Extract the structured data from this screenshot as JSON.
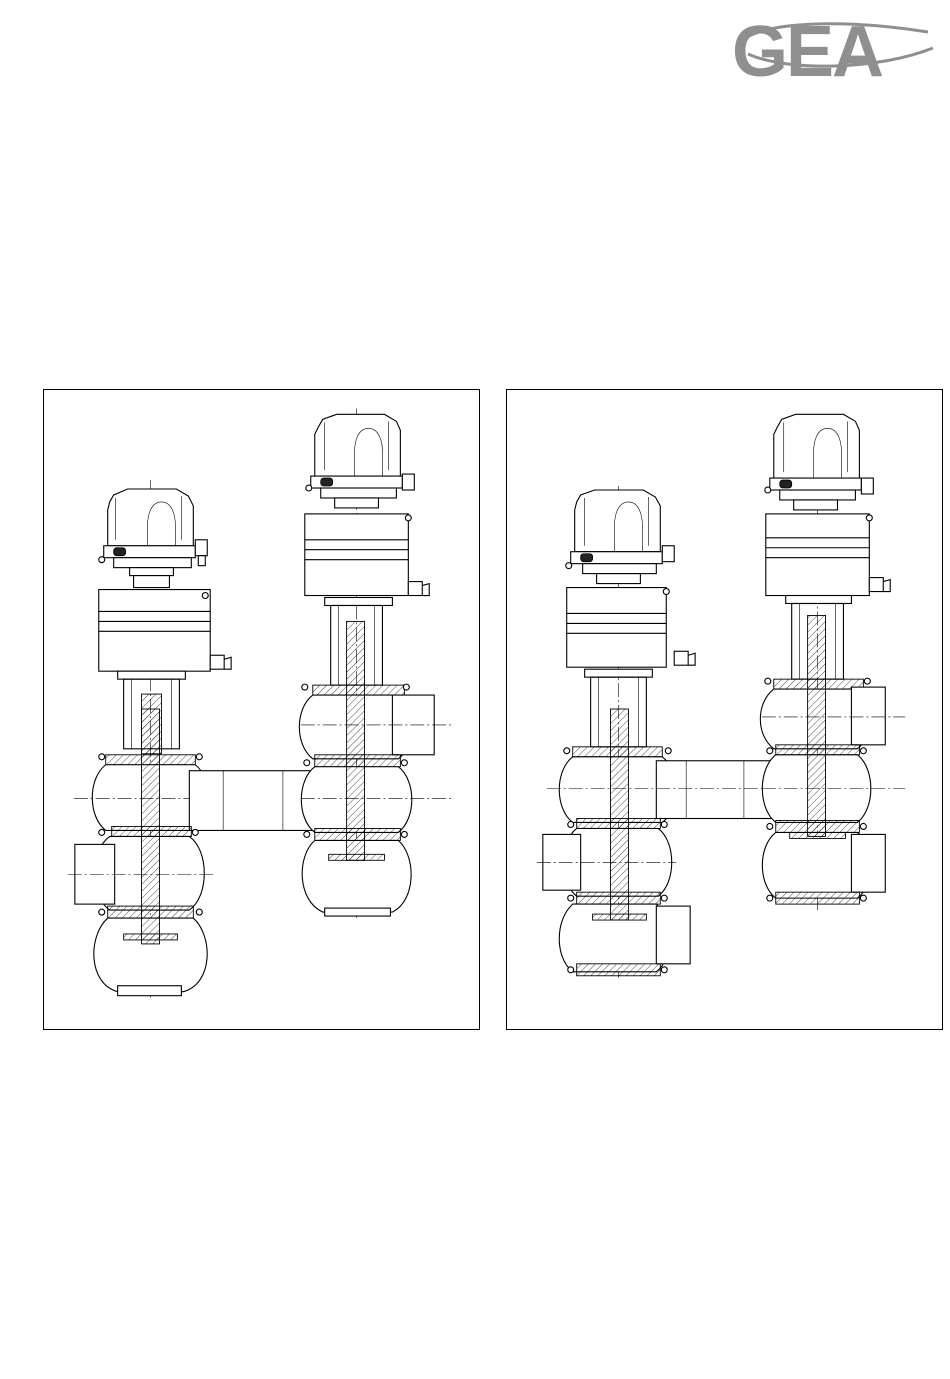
{
  "header": {
    "logo_text": "GEA",
    "logo_color": "#8f8f8f"
  },
  "figures": [
    {
      "id": "left",
      "icon": "double-valve-assembly-drawing"
    },
    {
      "id": "right",
      "icon": "triple-valve-assembly-drawing"
    }
  ]
}
